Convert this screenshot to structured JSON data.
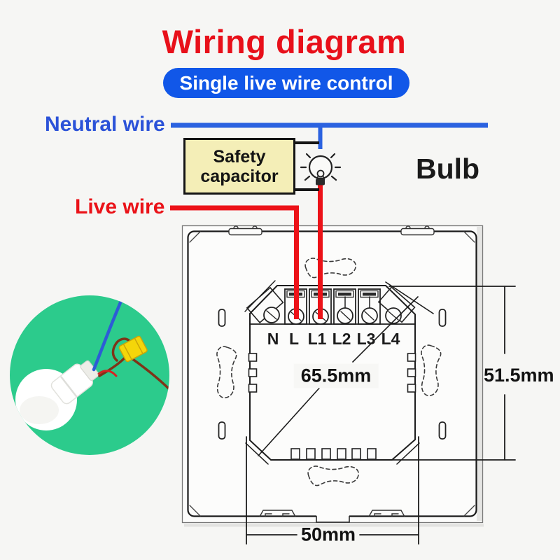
{
  "page": {
    "background": "#f6f6f4"
  },
  "header": {
    "title": "Wiring diagram",
    "title_color": "#e8101a",
    "badge": "Single live wire control",
    "badge_bg": "#1157e8"
  },
  "wiring": {
    "neutral_label": "Neutral wire",
    "neutral_color": "#2b62e0",
    "live_label": "Live wire",
    "live_color": "#ea1218",
    "capacitor_label": "Safety capacitor",
    "capacitor_bg": "#f4eeb7",
    "bulb_label": "Bulb"
  },
  "switch_panel": {
    "terminals": [
      "N",
      "L",
      "L1",
      "L2",
      "L3",
      "L4"
    ],
    "dimensions": {
      "width": "65.5mm",
      "height": "51.5mm",
      "mount": "50mm"
    }
  },
  "photo": {
    "background_color": "#2ccb8c"
  }
}
